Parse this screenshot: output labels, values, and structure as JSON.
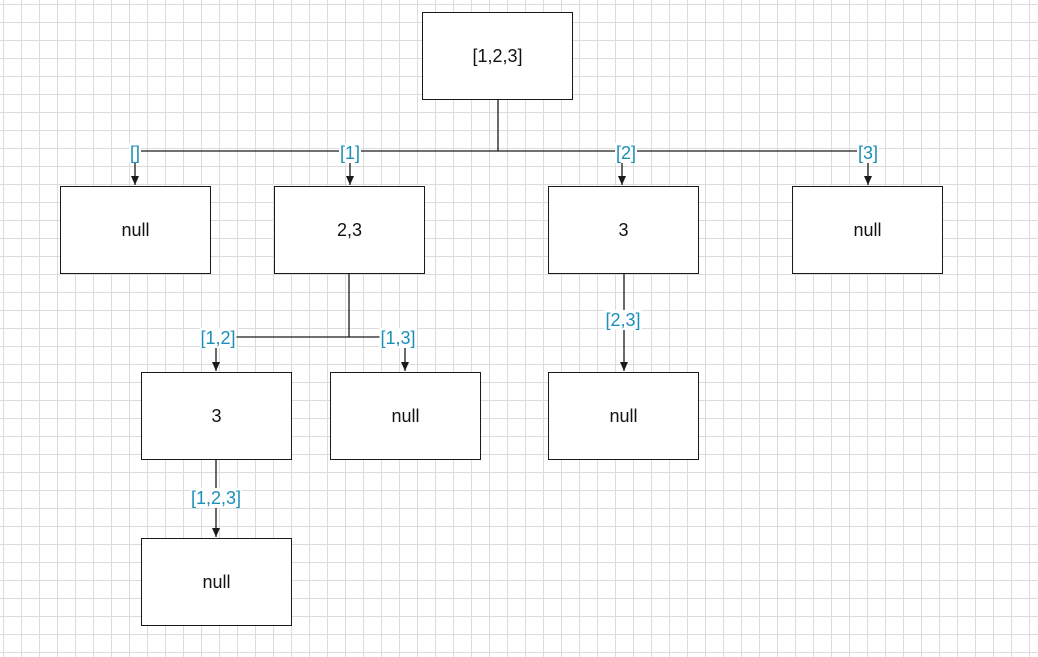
{
  "colors": {
    "edge_label": "#1a8fb8",
    "line": "#1a1a1a",
    "grid": "#dcdcdc"
  },
  "nodes": {
    "root": "[1,2,3]",
    "null_a": "null",
    "n23": "2,3",
    "n3_mid": "3",
    "null_b": "null",
    "n3_low": "3",
    "null_c": "null",
    "null_d": "null",
    "null_e": "null"
  },
  "edges": {
    "e_empty": "[]",
    "e_1": "[1]",
    "e_2": "[2]",
    "e_3": "[3]",
    "e_12": "[1,2]",
    "e_13": "[1,3]",
    "e_23": "[2,3]",
    "e_123": "[1,2,3]"
  }
}
